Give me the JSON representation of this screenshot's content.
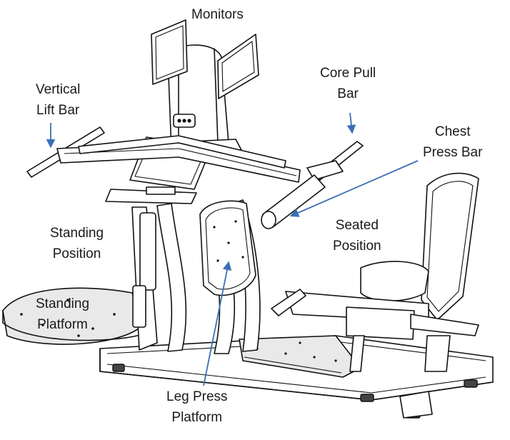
{
  "labels": {
    "monitors": [
      "Monitors"
    ],
    "vertical_lift_bar": [
      "Vertical",
      "Lift Bar"
    ],
    "core_pull_bar": [
      "Core Pull",
      "Bar"
    ],
    "chest_press_bar": [
      "Chest",
      "Press Bar"
    ],
    "standing_position": [
      "Standing",
      "Position"
    ],
    "seated_position": [
      "Seated",
      "Position"
    ],
    "standing_platform": [
      "Standing",
      "Platform"
    ],
    "leg_press_platform": [
      "Leg Press",
      "Platform"
    ]
  },
  "colors": {
    "arrow": "#3a6fb5",
    "line": "#111111",
    "text": "#1a1a1a"
  }
}
